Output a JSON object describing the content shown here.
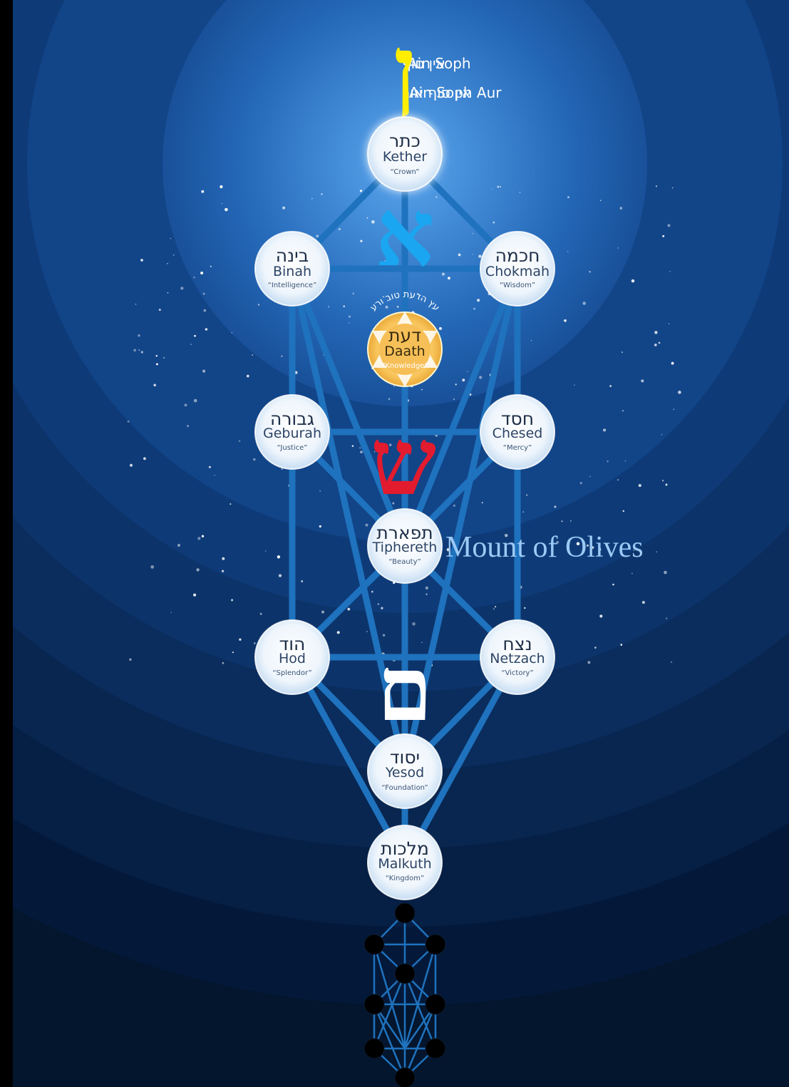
{
  "ain": {
    "line1_hebrew": "אין סוף",
    "line1_english": "Ain Soph",
    "line2_hebrew": "אין סוף אור",
    "line2_english": "Ain Soph Aur"
  },
  "sephiroth": {
    "kether": {
      "hebrew": "כתר",
      "name": "Kether",
      "meaning": "“Crown”"
    },
    "binah": {
      "hebrew": "בינה",
      "name": "Binah",
      "meaning": "“Intelligence”"
    },
    "chokmah": {
      "hebrew": "חכמה",
      "name": "Chokmah",
      "meaning": "“Wisdom”"
    },
    "daath": {
      "hebrew": "דעת",
      "name": "Daath",
      "meaning": "“Knowledge”"
    },
    "geburah": {
      "hebrew": "גבורה",
      "name": "Geburah",
      "meaning": "“Justice”"
    },
    "chesed": {
      "hebrew": "חסד",
      "name": "Chesed",
      "meaning": "“Mercy”"
    },
    "tiphereth": {
      "hebrew": "תפארת",
      "name": "Tiphereth",
      "meaning": "“Beauty”"
    },
    "hod": {
      "hebrew": "הוד",
      "name": "Hod",
      "meaning": "“Splendor”"
    },
    "netzach": {
      "hebrew": "נצח",
      "name": "Netzach",
      "meaning": "“Victory”"
    },
    "yesod": {
      "hebrew": "יסוד",
      "name": "Yesod",
      "meaning": "“Foundation”"
    },
    "malkuth": {
      "hebrew": "מלכות",
      "name": "Malkuth",
      "meaning": "“Kingdom”"
    }
  },
  "daath_arc_text": "עץ הדעת טוב ורע",
  "mother_letters": {
    "final_nun": "ן",
    "aleph": "א",
    "shin": "ש",
    "final_mem": "ם"
  },
  "mount_label": "Mount of Olives",
  "colors": {
    "final_nun": "#ffee00",
    "aleph": "#1aa6f0",
    "shin": "#e21b2e",
    "final_mem": "#ffffff",
    "paths": "#1f72bd",
    "background_dark": "#05213f",
    "background_light": "#2f73c2"
  }
}
